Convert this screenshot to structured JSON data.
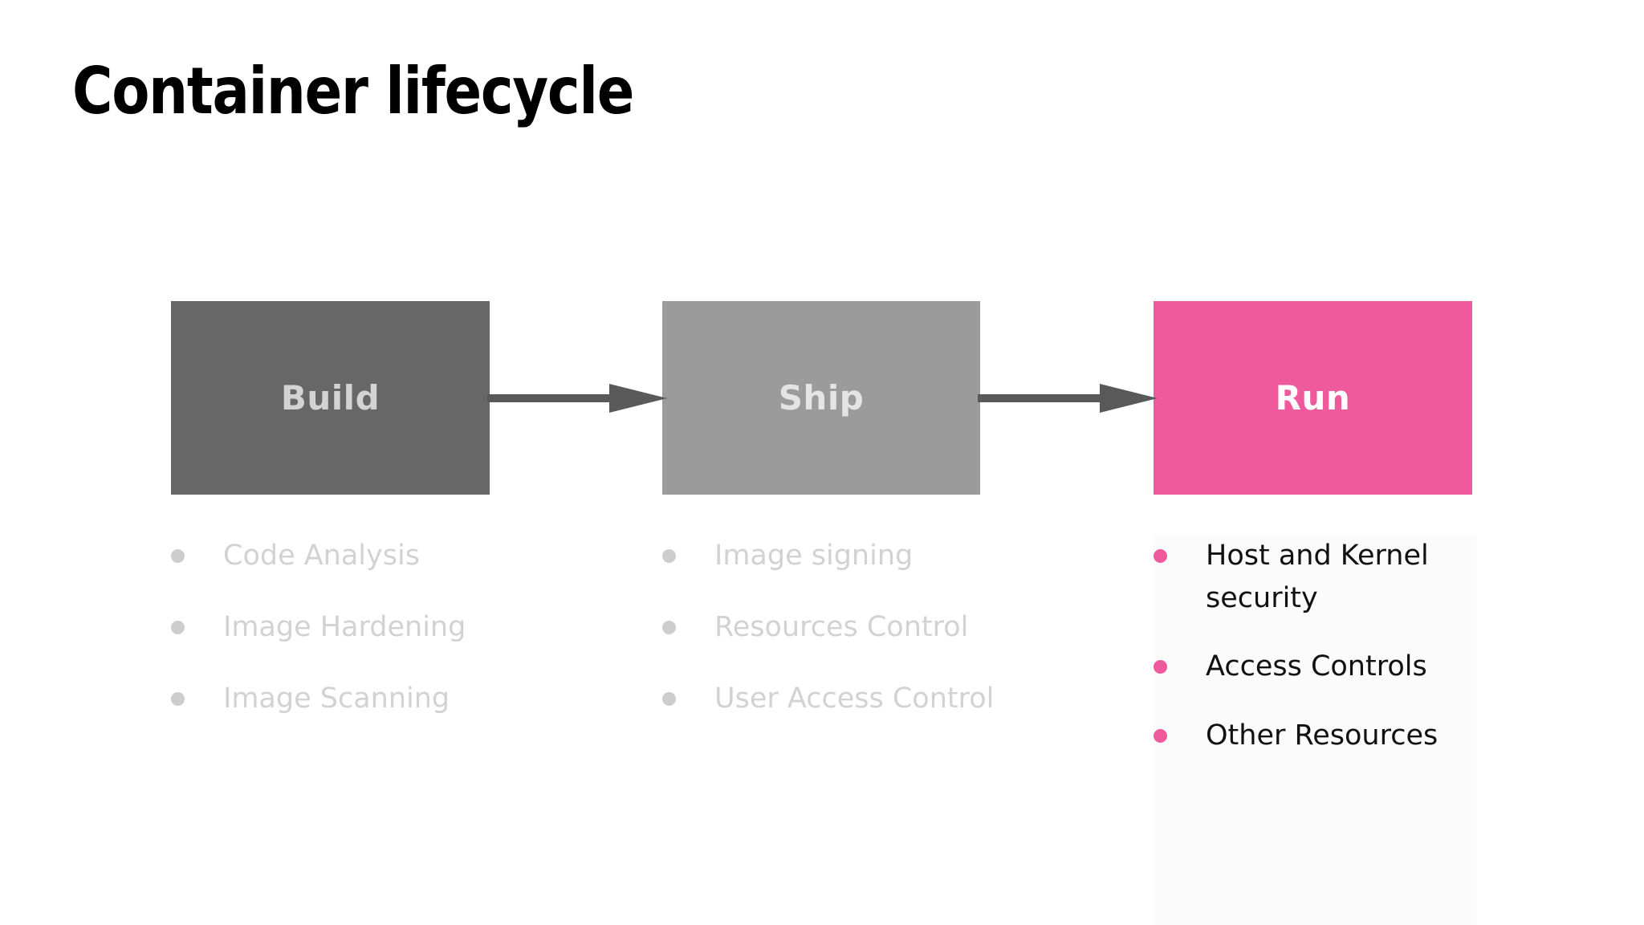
{
  "slide": {
    "title": "Container lifecycle",
    "background_color": "#ffffff"
  },
  "flow": {
    "arrow_color": "#595959",
    "stages": [
      {
        "id": "build",
        "label": "Build",
        "box_color": "#676767",
        "label_color": "#d3d3d3",
        "bullet_color": "#cdcdcd",
        "text_color": "#d2d2d2",
        "items": [
          "Code Analysis",
          "Image Hardening",
          "Image Scanning"
        ]
      },
      {
        "id": "ship",
        "label": "Ship",
        "box_color": "#9b9b9b",
        "label_color": "#e4e4e4",
        "bullet_color": "#cdcdcd",
        "text_color": "#d2d2d2",
        "items": [
          "Image signing",
          "Resources Control",
          "User Access Control"
        ]
      },
      {
        "id": "run",
        "label": "Run",
        "box_color": "#ef5a9c",
        "label_color": "#ffffff",
        "bullet_color": "#ef5a9c",
        "text_color": "#111111",
        "items": [
          "Host and Kernel security",
          "Access Controls",
          "Other Resources"
        ]
      }
    ]
  }
}
